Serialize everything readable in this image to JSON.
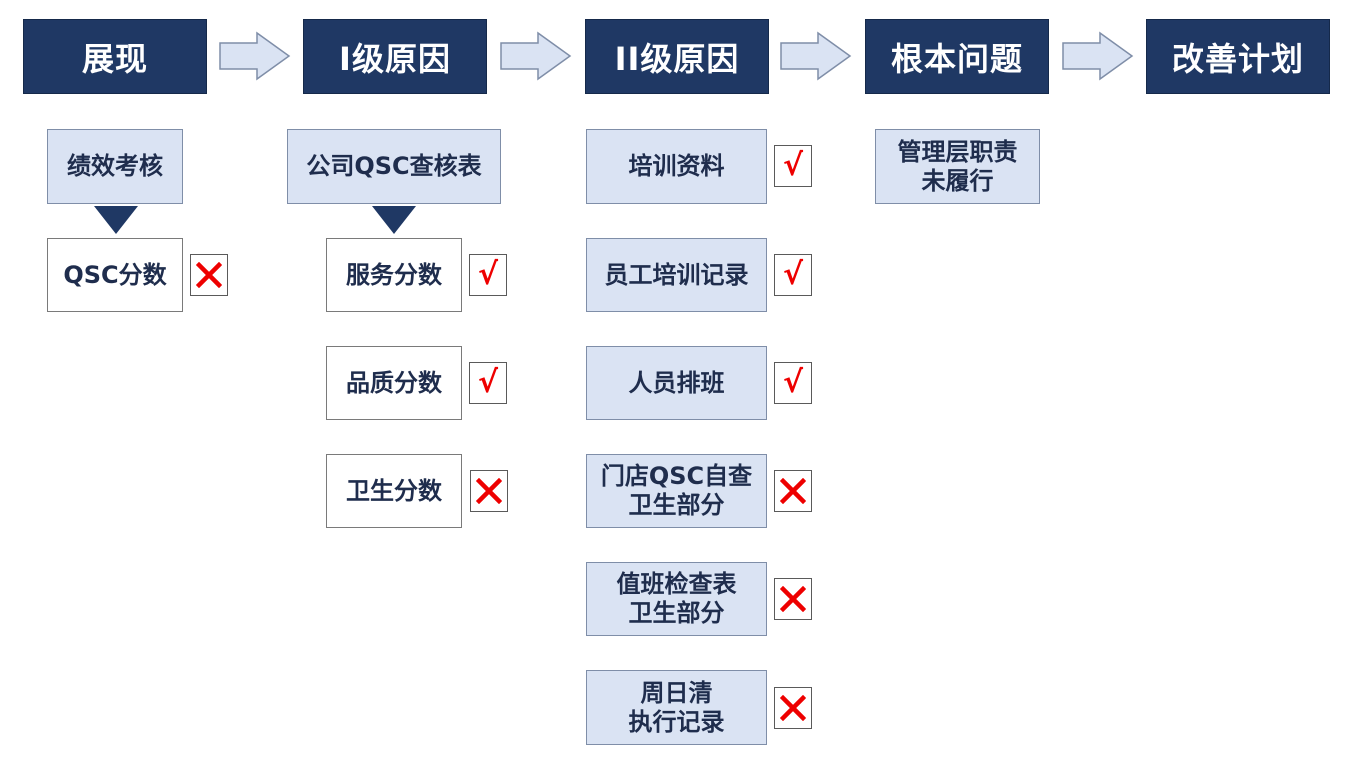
{
  "headers": [
    "展现",
    "I级原因",
    "II级原因",
    "根本问题",
    "改善计划"
  ],
  "column1": {
    "source": "绩效考核",
    "items": [
      {
        "label": "QSC分数",
        "status": "cross"
      }
    ]
  },
  "column2": {
    "source": "公司QSC查核表",
    "items": [
      {
        "label": "服务分数",
        "status": "check"
      },
      {
        "label": "品质分数",
        "status": "check"
      },
      {
        "label": "卫生分数",
        "status": "cross"
      }
    ]
  },
  "column3": {
    "items": [
      {
        "label": "培训资料",
        "status": "check"
      },
      {
        "label": "员工培训记录",
        "status": "check"
      },
      {
        "label": "人员排班",
        "status": "check"
      },
      {
        "label": "门店QSC自查\n卫生部分",
        "status": "cross"
      },
      {
        "label": "值班检查表\n卫生部分",
        "status": "cross"
      },
      {
        "label": "周日清\n执行记录",
        "status": "cross"
      }
    ]
  },
  "column4": {
    "root_cause": "管理层职责\n未履行"
  },
  "marks": {
    "check": "√",
    "cross": "✕"
  },
  "colors": {
    "header_fill": "#1f3864",
    "box_fill": "#dae3f3",
    "mark_color": "#ee0000",
    "arrow_fill": "#dae3f3"
  }
}
